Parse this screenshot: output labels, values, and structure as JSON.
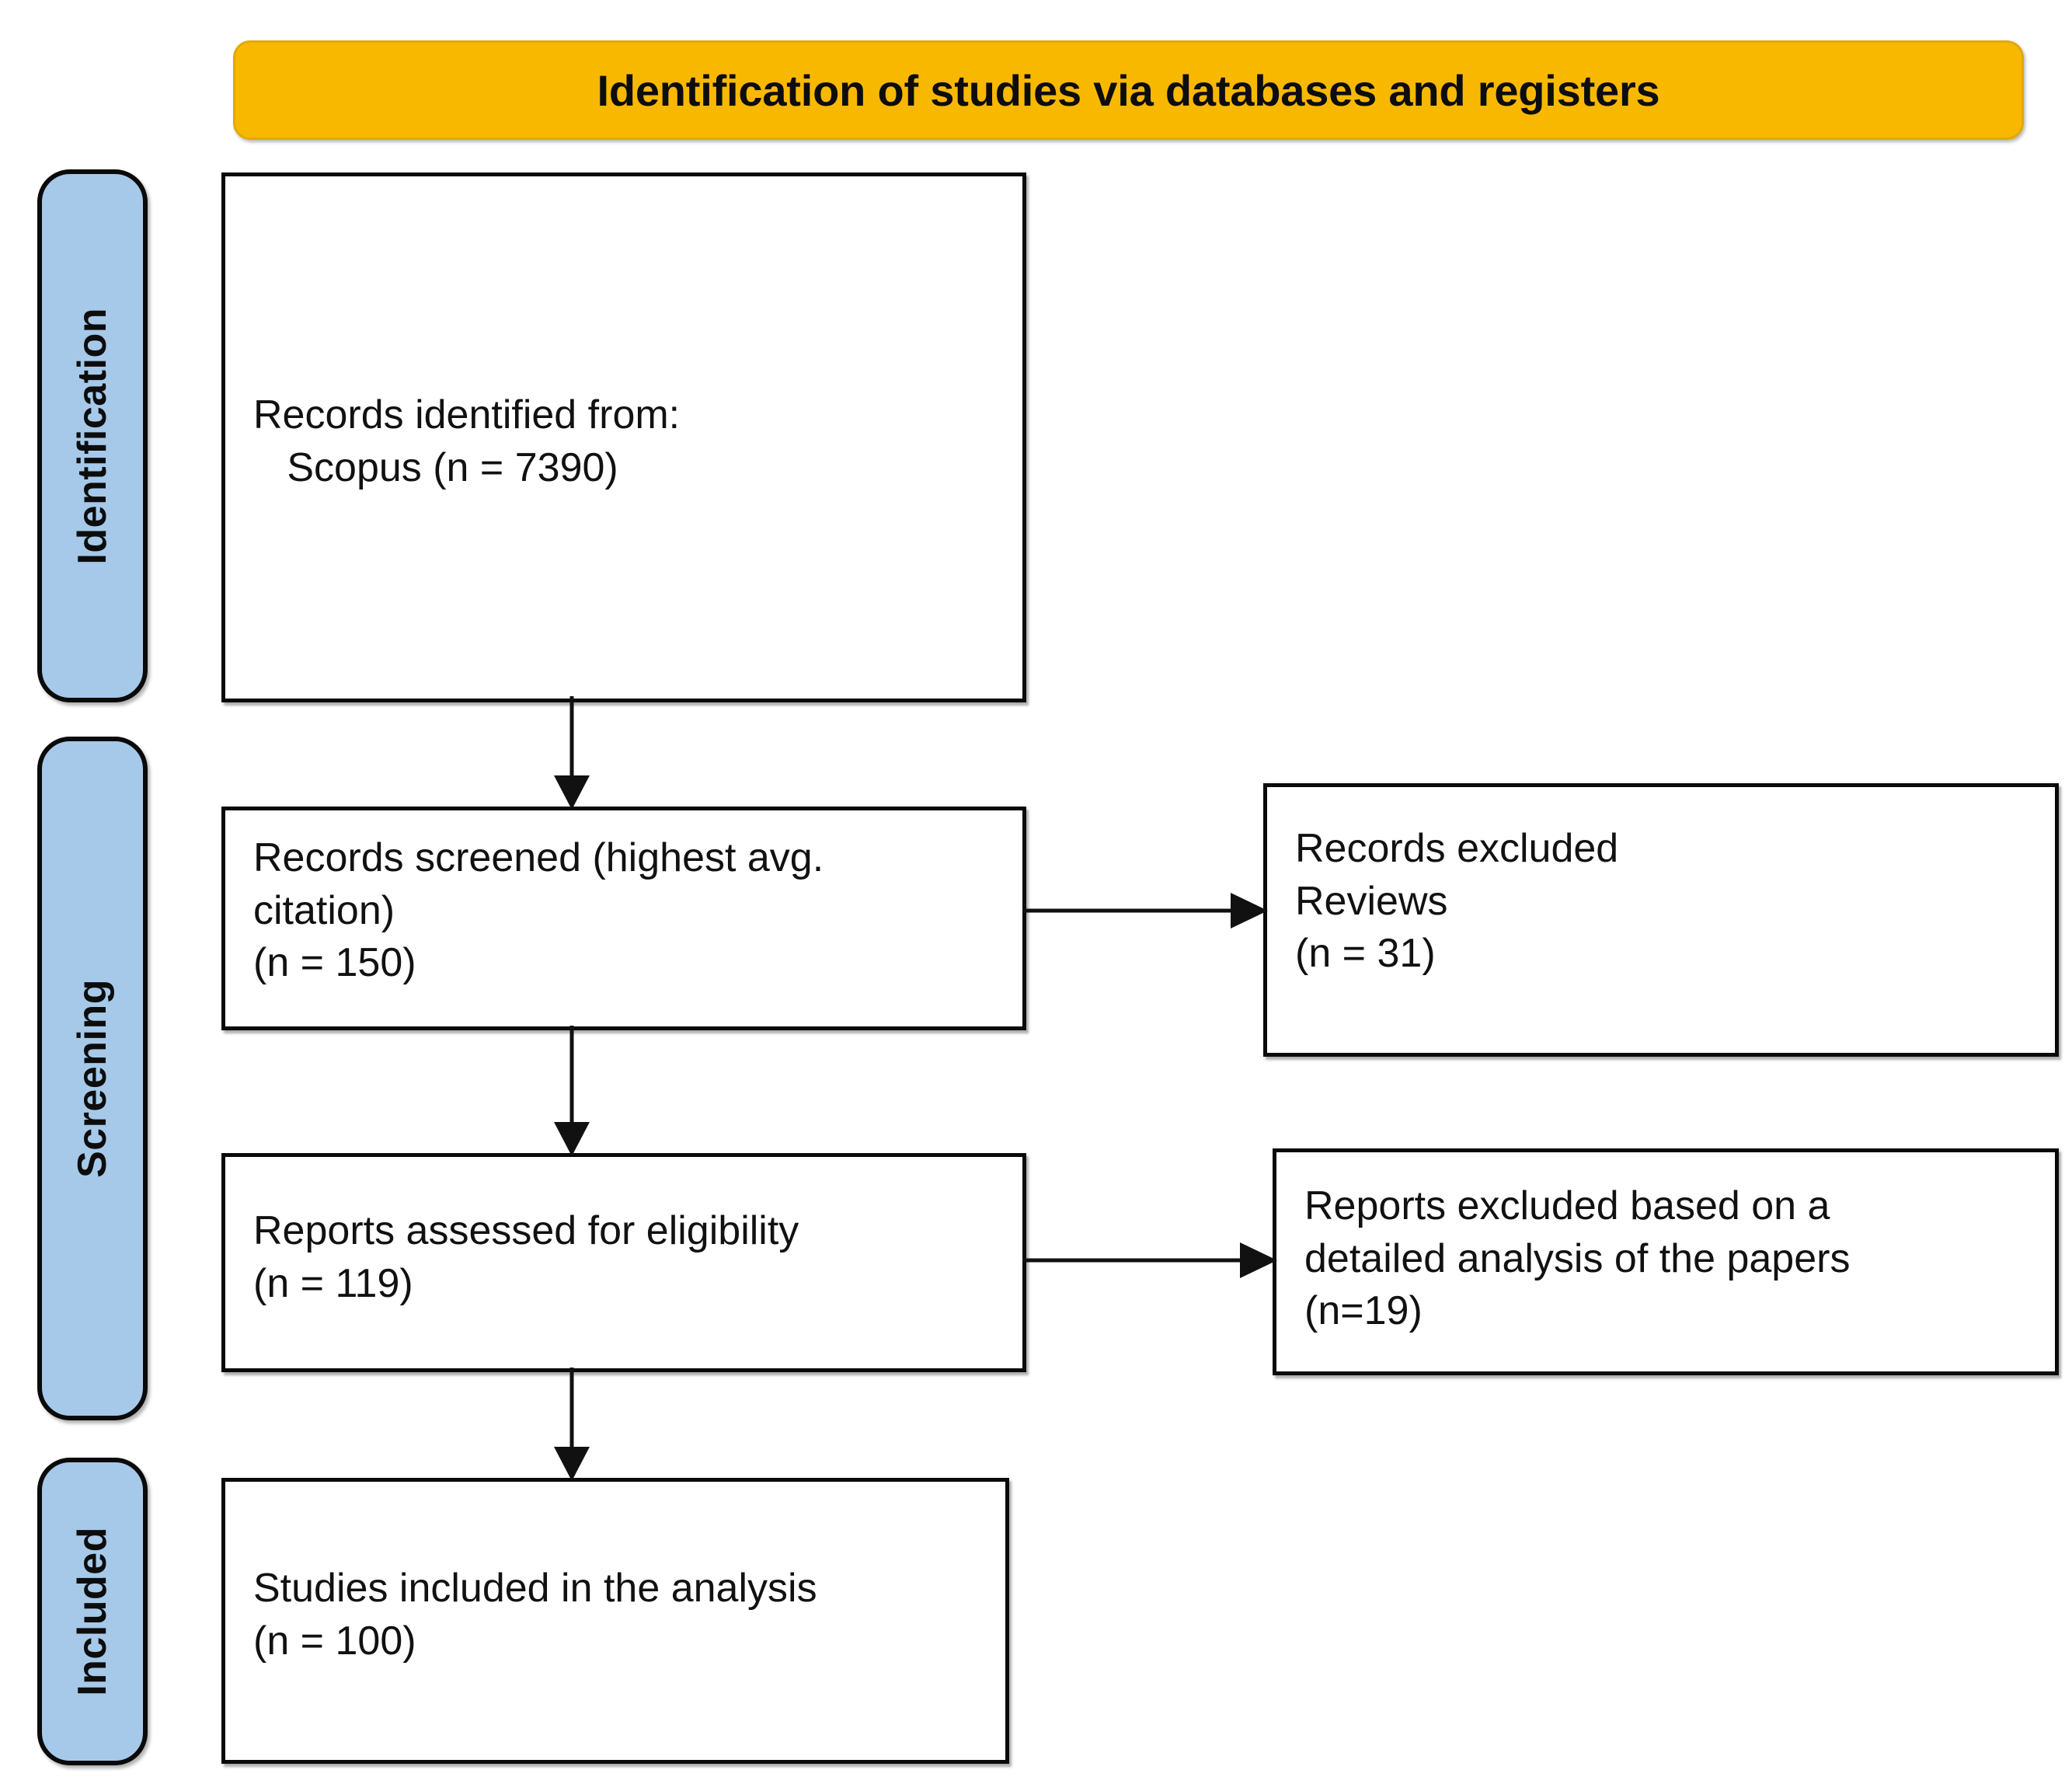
{
  "banner": {
    "title": "Identification of studies via databases and registers",
    "background_color": "#F9B800",
    "text_color": "#0d0d0d"
  },
  "phases": {
    "background_color": "#A6C9E9",
    "items": [
      {
        "id": "identification",
        "label": "Identification"
      },
      {
        "id": "screening",
        "label": "Screening"
      },
      {
        "id": "included",
        "label": "Included"
      }
    ]
  },
  "boxes": {
    "identified": {
      "text": "Records identified from:\n   Scopus (n = 7390)",
      "line1": "Records identified from:",
      "line2": "Scopus (n = 7390)",
      "source": "Scopus",
      "count_label": "n = 7390",
      "count": 7390
    },
    "screened": {
      "text": "Records screened (highest avg.\ncitation)\n(n = 150)",
      "line1": "Records screened (highest avg. citation)",
      "line2": "(n = 150)",
      "count_label": "n = 150",
      "count": 150
    },
    "excluded_records": {
      "text": "Records excluded\nReviews\n(n = 31)",
      "line1": "Records excluded",
      "line2": "Reviews",
      "line3": "(n = 31)",
      "count_label": "n = 31",
      "count": 31
    },
    "eligibility": {
      "text": "Reports assessed for eligibility\n(n = 119)",
      "line1": "Reports assessed for eligibility",
      "line2": "(n = 119)",
      "count_label": "n = 119",
      "count": 119
    },
    "excluded_reports": {
      "text": "Reports excluded based on a\ndetailed analysis of the papers\n(n=19)",
      "line1": "Reports excluded based on a detailed analysis of the papers",
      "line2": "(n=19)",
      "count_label": "n=19",
      "count": 19
    },
    "included": {
      "text": "Studies included in the analysis\n(n = 100)",
      "line1": "Studies included in the analysis",
      "line2": "(n = 100)",
      "count_label": "n = 100",
      "count": 100
    }
  },
  "flow": {
    "edges": [
      {
        "from": "identified",
        "to": "screened",
        "direction": "down"
      },
      {
        "from": "screened",
        "to": "eligibility",
        "direction": "down"
      },
      {
        "from": "eligibility",
        "to": "included",
        "direction": "down"
      },
      {
        "from": "screened",
        "to": "excluded_records",
        "direction": "right"
      },
      {
        "from": "eligibility",
        "to": "excluded_reports",
        "direction": "right"
      }
    ]
  }
}
